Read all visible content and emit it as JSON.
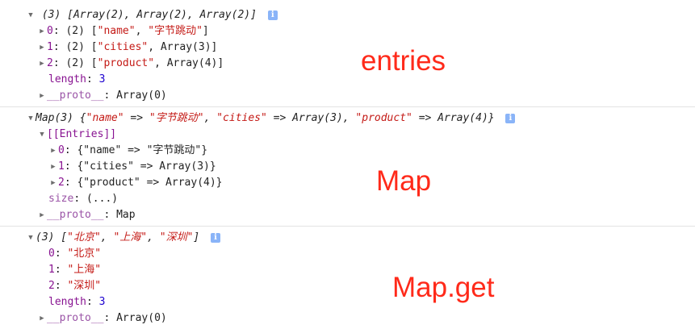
{
  "group1": {
    "header": "(3) [Array(2), Array(2), Array(2)]",
    "items": [
      {
        "key": "0",
        "rest1": ": (2) [",
        "s1": "\"name\"",
        "rest2": ", ",
        "s2": "\"字节跳动\"",
        "rest3": "]"
      },
      {
        "key": "1",
        "rest1": ": (2) [",
        "s1": "\"cities\"",
        "rest2": ", Array(3)]",
        "s2": "",
        "rest3": ""
      },
      {
        "key": "2",
        "rest1": ": (2) [",
        "s1": "\"product\"",
        "rest2": ", Array(4)]",
        "s2": "",
        "rest3": ""
      }
    ],
    "length_key": "length",
    "length_val": "3",
    "proto_key": "__proto__",
    "proto_val": "Array(0)",
    "note": "entries"
  },
  "group2": {
    "header_prefix": "Map(3) {",
    "h_s1": "\"name\"",
    "h_arrow1": " => ",
    "h_s2": "\"字节跳动\"",
    "h_sep1": ", ",
    "h_s3": "\"cities\"",
    "h_mid": " => Array(3), ",
    "h_s4": "\"product\"",
    "h_end": " => Array(4)}",
    "entries_label": "[[Entries]]",
    "items": [
      {
        "key": "0",
        "text": ": {\"name\" => \"字节跳动\"}"
      },
      {
        "key": "1",
        "text": ": {\"cities\" => Array(3)}"
      },
      {
        "key": "2",
        "text": ": {\"product\" => Array(4)}"
      }
    ],
    "size_key": "size",
    "size_val": ": (...)",
    "proto_key": "__proto__",
    "proto_val": "Map",
    "note": "Map"
  },
  "group3": {
    "header_prefix": "(3) [",
    "h_s1": "\"北京\"",
    "h_s2": "\"上海\"",
    "h_s3": "\"深圳\"",
    "items": [
      {
        "key": "0",
        "val": "\"北京\""
      },
      {
        "key": "1",
        "val": "\"上海\""
      },
      {
        "key": "2",
        "val": "\"深圳\""
      }
    ],
    "length_key": "length",
    "length_val": "3",
    "proto_key": "__proto__",
    "proto_val": "Array(0)",
    "note": "Map.get"
  },
  "icons": {
    "expanded": "triangle-down-icon",
    "collapsed": "triangle-right-icon",
    "info": "info-icon"
  },
  "colors": {
    "key": "#881391",
    "string": "#c41a16",
    "number": "#1c00cf",
    "annotation": "#ff2a1a"
  }
}
